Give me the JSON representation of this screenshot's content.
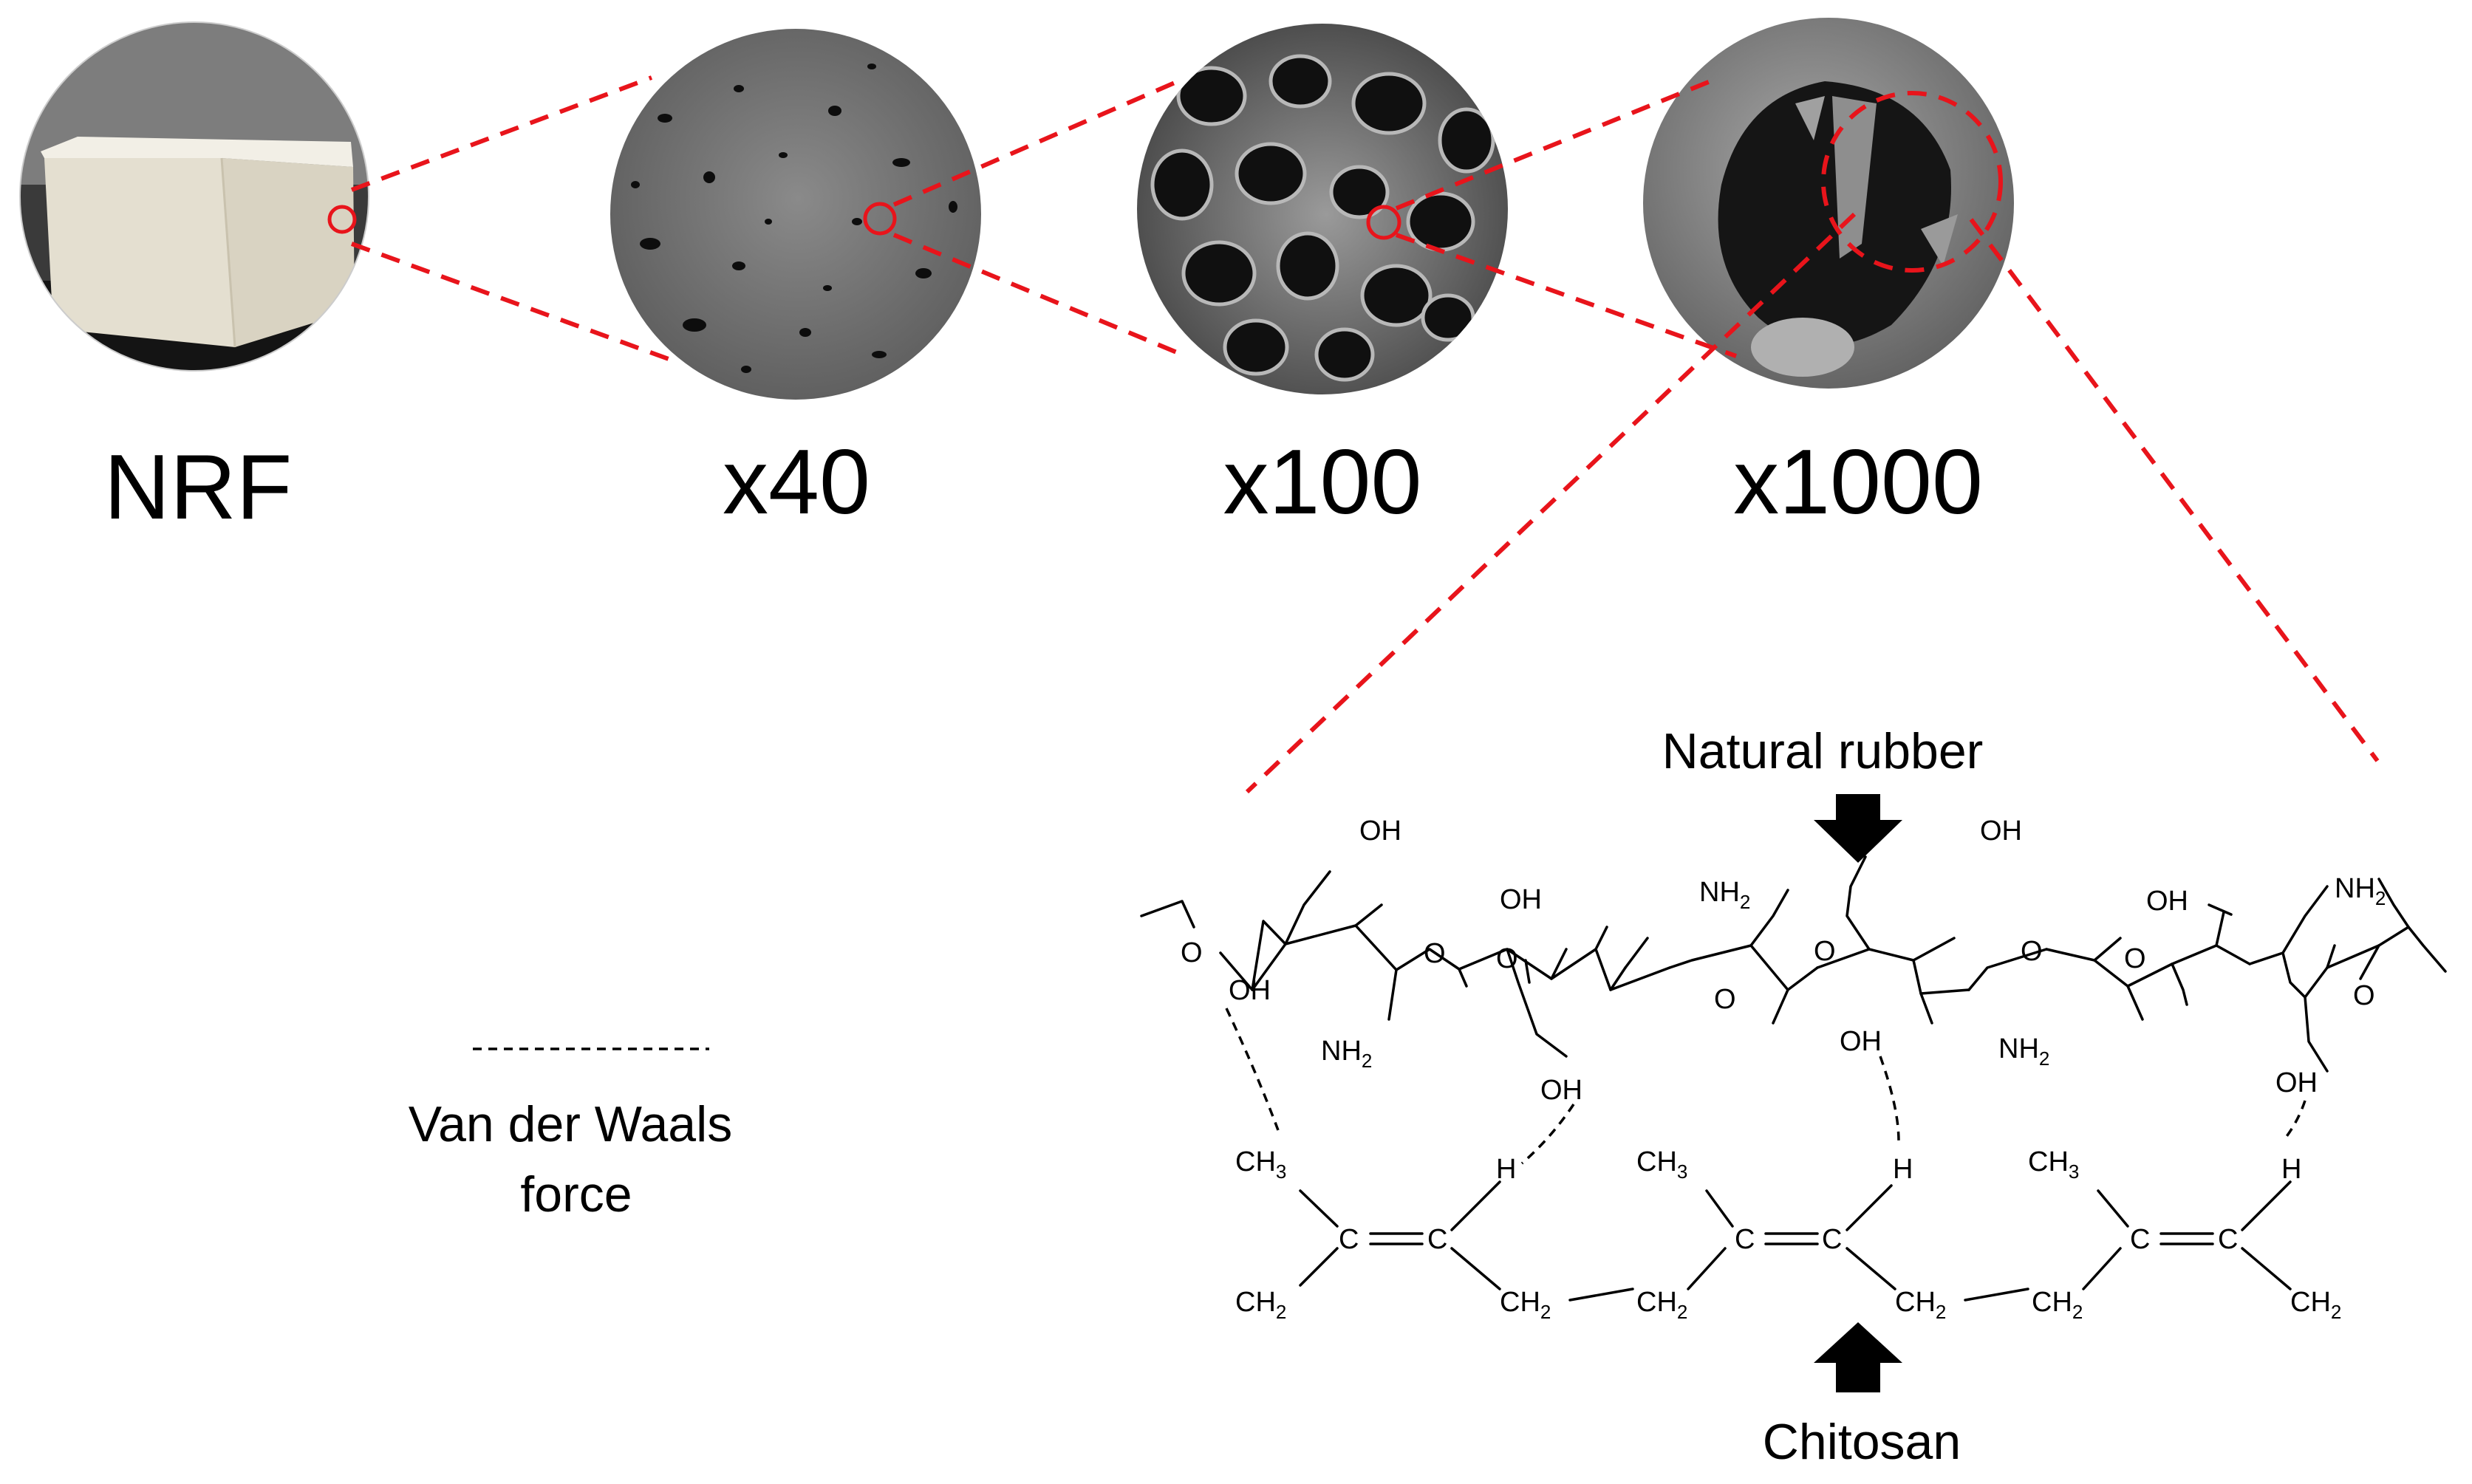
{
  "magnifications": {
    "sample": "NRF",
    "m40": "x40",
    "m100": "x100",
    "m1000": "x1000"
  },
  "labels": {
    "natural_rubber": "Natural rubber",
    "chitosan": "Chitosan",
    "legend_line1": "Van der Waals",
    "legend_line2": "force"
  },
  "atoms": {
    "OH": "OH",
    "O": "O",
    "N": "NH",
    "two": "2",
    "H": "H",
    "C": "C",
    "CH": "CH",
    "three": "3",
    "CH2main": "CH"
  },
  "colors": {
    "zoom_line": "#e8141b",
    "foam_white": "#ece8dc",
    "sem_gray": "#6e6e6e"
  }
}
